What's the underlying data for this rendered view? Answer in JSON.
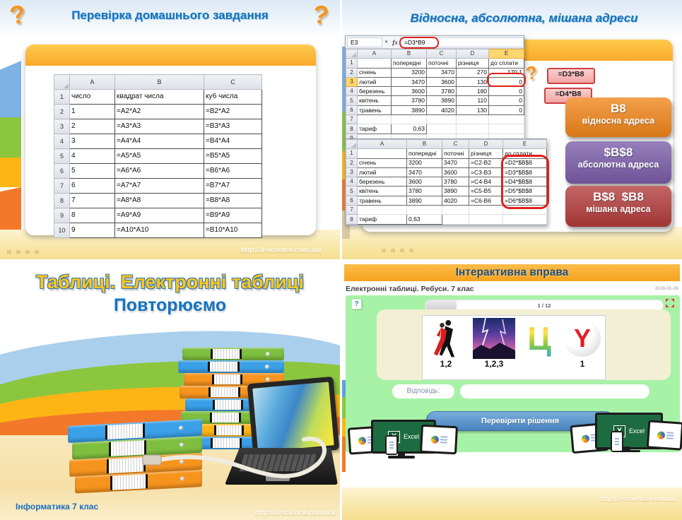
{
  "colors": {
    "title_blue": "#1272BE",
    "header_amber": "#F9A92B",
    "ring_red": "#E0201B",
    "green_panel": "#A8F2A8",
    "button_blue": "#4A82BC",
    "gold": "#FDB515"
  },
  "slide1": {
    "title": "Перевірка домашнього завдання",
    "url": "http://it-science.com.ua/",
    "sheet": {
      "cols": [
        "A",
        "B",
        "C"
      ],
      "rows": [
        [
          "1",
          "число",
          "квадрат числа",
          "куб числа"
        ],
        [
          "2",
          "1",
          "=A2*A2",
          "=B2*A2"
        ],
        [
          "3",
          "2",
          "=A3*A3",
          "=B3*A3"
        ],
        [
          "4",
          "3",
          "=A4*A4",
          "=B4*A4"
        ],
        [
          "5",
          "4",
          "=A5*A5",
          "=B5*A5"
        ],
        [
          "6",
          "5",
          "=A6*A6",
          "=B6*A6"
        ],
        [
          "7",
          "6",
          "=A7*A7",
          "=B7*A7"
        ],
        [
          "8",
          "7",
          "=A8*A8",
          "=B8*A8"
        ],
        [
          "9",
          "8",
          "=A9*A9",
          "=B9*A9"
        ],
        [
          "10",
          "9",
          "=A10*A10",
          "=B10*A10"
        ]
      ]
    }
  },
  "slide2": {
    "title": "Відносна, абсолютна, мішана адреси",
    "sheet1": {
      "name_box": "E3",
      "fx_label": "fx",
      "formula": "=D3*B9",
      "selected_col": "E",
      "selected_row": "3",
      "cols": [
        "A",
        "B",
        "C",
        "D",
        "E"
      ],
      "rows": [
        [
          "1",
          "",
          "попередні",
          "поточні",
          "різниця",
          "до сплати"
        ],
        [
          "2",
          "січень",
          "3200",
          "3470",
          "270",
          "170,1"
        ],
        [
          "3",
          "лютий",
          "3470",
          "3600",
          "130",
          "0"
        ],
        [
          "4",
          "березень",
          "3600",
          "3780",
          "180",
          "0"
        ],
        [
          "5",
          "квітень",
          "3780",
          "3890",
          "110",
          "0"
        ],
        [
          "6",
          "травень",
          "3890",
          "4020",
          "130",
          "0"
        ],
        [
          "7",
          "",
          "",
          "",
          "",
          ""
        ],
        [
          "8",
          "тариф",
          "0,63",
          "",
          "",
          ""
        ],
        [
          "9",
          "",
          "",
          "",
          "",
          ""
        ]
      ]
    },
    "callouts": [
      "=D3*B8",
      "=D4*B8"
    ],
    "sheet2": {
      "cols": [
        "A",
        "B",
        "C",
        "D",
        "E"
      ],
      "rows": [
        [
          "1",
          "",
          "попередні",
          "поточні",
          "різниця",
          "до сплати"
        ],
        [
          "2",
          "січень",
          "3200",
          "3470",
          "=C2-B2",
          "=D2*$B$8"
        ],
        [
          "3",
          "лютий",
          "3470",
          "3600",
          "=C3-B3",
          "=D3*$B$8"
        ],
        [
          "4",
          "березень",
          "3600",
          "3780",
          "=C4-B4",
          "=D4*$B$8"
        ],
        [
          "5",
          "квітень",
          "3780",
          "3890",
          "=C5-B5",
          "=D5*$B$8"
        ],
        [
          "6",
          "травень",
          "3890",
          "4020",
          "=C6-B6",
          "=D6*$B$8"
        ],
        [
          "7",
          "",
          "",
          "",
          "",
          ""
        ],
        [
          "8",
          "тариф",
          "0,63",
          "",
          "",
          ""
        ]
      ]
    },
    "badges": [
      {
        "title": "B8",
        "subtitle": "відносна адреса",
        "color": "#F08519"
      },
      {
        "title": "$B$8",
        "subtitle": "абсолютна адреса",
        "color": "#7A5CA8"
      },
      {
        "title": "B$8  $B8",
        "subtitle": "мішана адреса",
        "color": "#B23B3B"
      }
    ]
  },
  "slide3": {
    "title_line1": "Таблиці. Електронні таблиці",
    "title_line2": "Повторюємо",
    "footer": "Інформатика 7 клас",
    "url": "http://it-science.com.ua/"
  },
  "slide4": {
    "banner": "Інтерактивна вправа",
    "subtitle": "Електронні таблиці. Ребуси. 7 клас",
    "date": "2016-01-28",
    "progress_label": "1 / 12",
    "rebus_labels": [
      "1,2",
      "1,2,3",
      "",
      "1"
    ],
    "rebus_letter": "Ц",
    "answer_label": "Відповідь:",
    "button_label": "Перевірити рішення",
    "excel_label": "Excel",
    "url": "http://it-science.com.ua/"
  }
}
